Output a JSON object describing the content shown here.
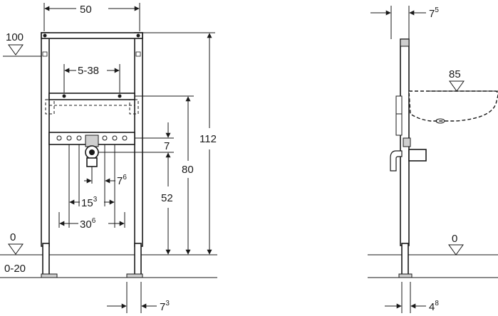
{
  "front_view": {
    "dim_top_width": "50",
    "dim_inner_width": "5-38",
    "dim_total_height": "112",
    "dim_height_80": "80",
    "dim_height_52": "52",
    "dim_offset_7": "7",
    "dim_7_6_base": "7",
    "dim_7_6_sup": "6",
    "dim_15_3_base": "15",
    "dim_15_3_sup": "3",
    "dim_30_6_base": "30",
    "dim_30_6_sup": "6",
    "dim_bottom_7_3_base": "7",
    "dim_bottom_7_3_sup": "3",
    "level_top": "100",
    "level_floor": "0",
    "level_floor_range": "0-20"
  },
  "side_view": {
    "dim_top_7_5_base": "7",
    "dim_top_7_5_sup": "5",
    "level_basin": "85",
    "level_floor": "0",
    "dim_bottom_4_8_base": "4",
    "dim_bottom_4_8_sup": "8"
  }
}
